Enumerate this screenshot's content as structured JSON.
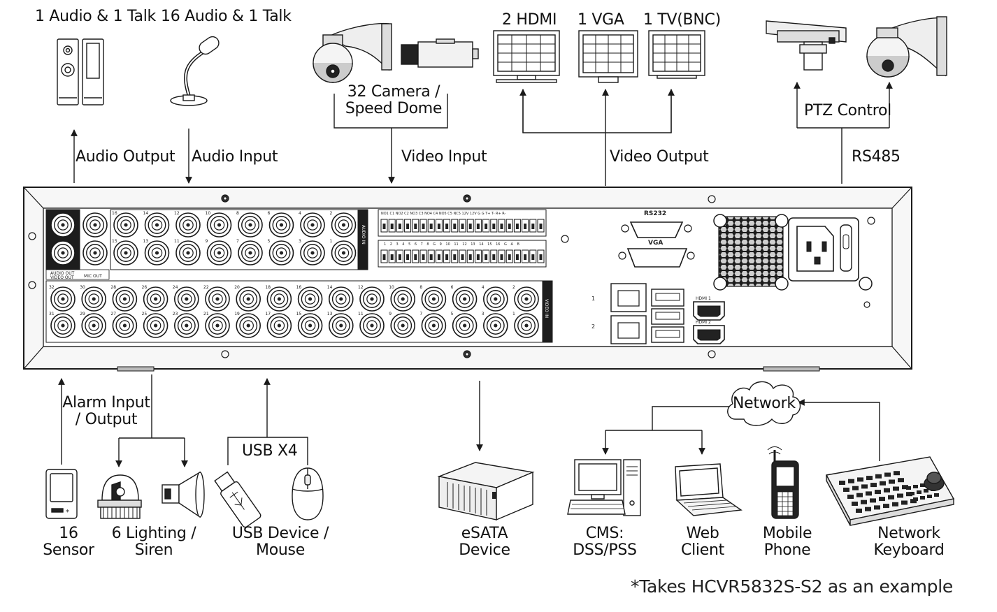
{
  "labels": {
    "audio_out_top": "1 Audio  & 1 Talk",
    "audio_in_top": "16 Audio & 1 Talk",
    "audio_output": "Audio  Output",
    "audio_input": "Audio  Input",
    "camera_line1": "32 Camera /",
    "camera_line2": "Speed Dome",
    "video_input": "Video Input",
    "hdmi": "2  HDMI",
    "vga": "1 VGA",
    "tv": "1 TV(BNC)",
    "video_output": "Video Output",
    "ptz_control": "PTZ Control",
    "rs485": "RS485",
    "alarm_line1": "Alarm Input",
    "alarm_line2": "/ Output",
    "usb_x4": "USB X4",
    "sensor_line1": "16",
    "sensor_line2": "Sensor",
    "lighting_line1": "6 Lighting /",
    "lighting_line2": "Siren",
    "usb_device_line1": "USB Device /",
    "usb_device_line2": "Mouse",
    "esata_line1": "eSATA",
    "esata_line2": "Device",
    "network": "Network",
    "cms_line1": "CMS:",
    "cms_line2": "DSS/PSS",
    "web_line1": "Web",
    "web_line2": "Client",
    "mobile_line1": "Mobile",
    "mobile_line2": "Phone",
    "keyboard_line1": "Network",
    "keyboard_line2": "Keyboard",
    "footnote": "*Takes HCVR5832S-S2 as an example"
  },
  "panel": {
    "rs232": "RS232",
    "vga": "VGA",
    "audio_in_tag": "AUDIO IN",
    "video_in_tag": "VIDEO IN",
    "hdmi1": "HDMI 1",
    "hdmi2": "HDMI 2",
    "audio_out_tag": "AUDIO OUT",
    "video_out_tag": "VIDEO OUT",
    "mic_tag": "MIC OUT",
    "lan1": "1",
    "lan2": "2",
    "audio_in_top_row": [
      "16",
      "14",
      "12",
      "10",
      "8",
      "6",
      "4",
      "2"
    ],
    "audio_in_bottom_row": [
      "15",
      "13",
      "11",
      "9",
      "7",
      "5",
      "3",
      "1"
    ],
    "video_in_top_row": [
      "32",
      "30",
      "28",
      "26",
      "24",
      "22",
      "20",
      "18",
      "16",
      "14",
      "12",
      "10",
      "8",
      "6",
      "4",
      "2"
    ],
    "video_in_bottom_row": [
      "31",
      "29",
      "27",
      "25",
      "23",
      "21",
      "19",
      "17",
      "15",
      "13",
      "11",
      "9",
      "7",
      "5",
      "3",
      "1"
    ],
    "terminal_top": "NO1 C1 NO2 C2 NO3 C3 NO4 C4 NO5 C5 NC5 12V 12V G G T+ T- R+ R-",
    "terminal_bottom": "1 2 3 4 5 6 7 8 G 9 10 11 12 13 14 15 16 G A B"
  },
  "colors": {
    "line": "#1a1a1a",
    "panel_fill": "#ffffff",
    "dark_block": "#1d1d1d"
  }
}
